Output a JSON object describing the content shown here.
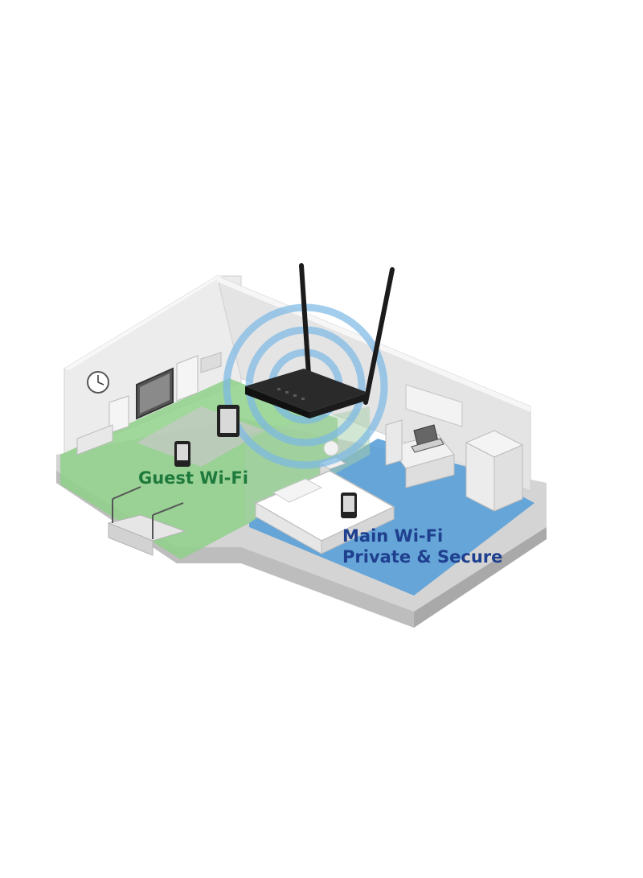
{
  "zones": {
    "guest": {
      "label": "Guest Wi-Fi",
      "color": "#8fd08a",
      "text_color": "#1e7a3c"
    },
    "main": {
      "label_line1": "Main Wi-Fi",
      "label_line2": "Private & Secure",
      "color": "#5aa0d8",
      "text_color": "#1f3f8f"
    }
  },
  "router": {
    "body_color": "#1b1b1b",
    "signal_color": "#7ab8e6"
  },
  "icons": [
    "router-icon",
    "smartphone-icon",
    "tablet-icon",
    "clock-icon",
    "tv-icon",
    "laptop-icon",
    "bed-icon",
    "wardrobe-icon"
  ]
}
